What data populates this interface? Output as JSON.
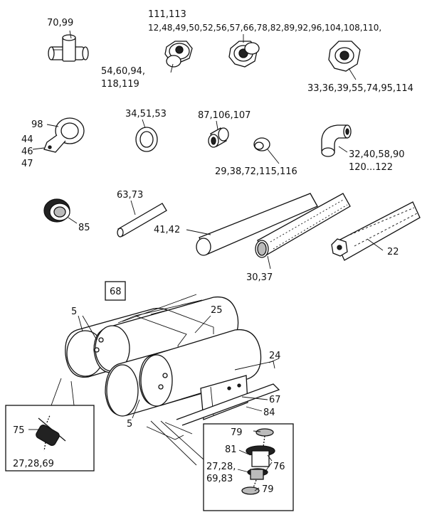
{
  "labels": {
    "l_70_99": "70,99",
    "l_111_113": "111,113",
    "l_12_110": "12,48,49,50,52,56,57,66,78,82,89,92,96,104,108,110,",
    "l_54_94": "54,60,94,",
    "l_118_119": "118,119",
    "l_33_114": "33,36,39,55,74,95,114",
    "l_98": "98",
    "l_44": "44",
    "l_46": "46",
    "l_47": "47",
    "l_34_53": "34,51,53",
    "l_87_107": "87,106,107",
    "l_29_116": "29,38,72,115,116",
    "l_32_90": "32,40,58,90",
    "l_120_122": "120...122",
    "l_63_73": "63,73",
    "l_85": "85",
    "l_41_42": "41,42",
    "l_30_37": "30,37",
    "l_22": "22",
    "l_68": "68",
    "l_5a": "5",
    "l_25": "25",
    "l_24": "24",
    "l_67": "67",
    "l_84": "84",
    "l_5b": "5",
    "l_75": "75",
    "l_27_69": "27,28,69",
    "l_79a": "79",
    "l_81": "81",
    "l_27_28": "27,28,",
    "l_69_83": "69,83",
    "l_76": "76",
    "l_79b": "79"
  }
}
